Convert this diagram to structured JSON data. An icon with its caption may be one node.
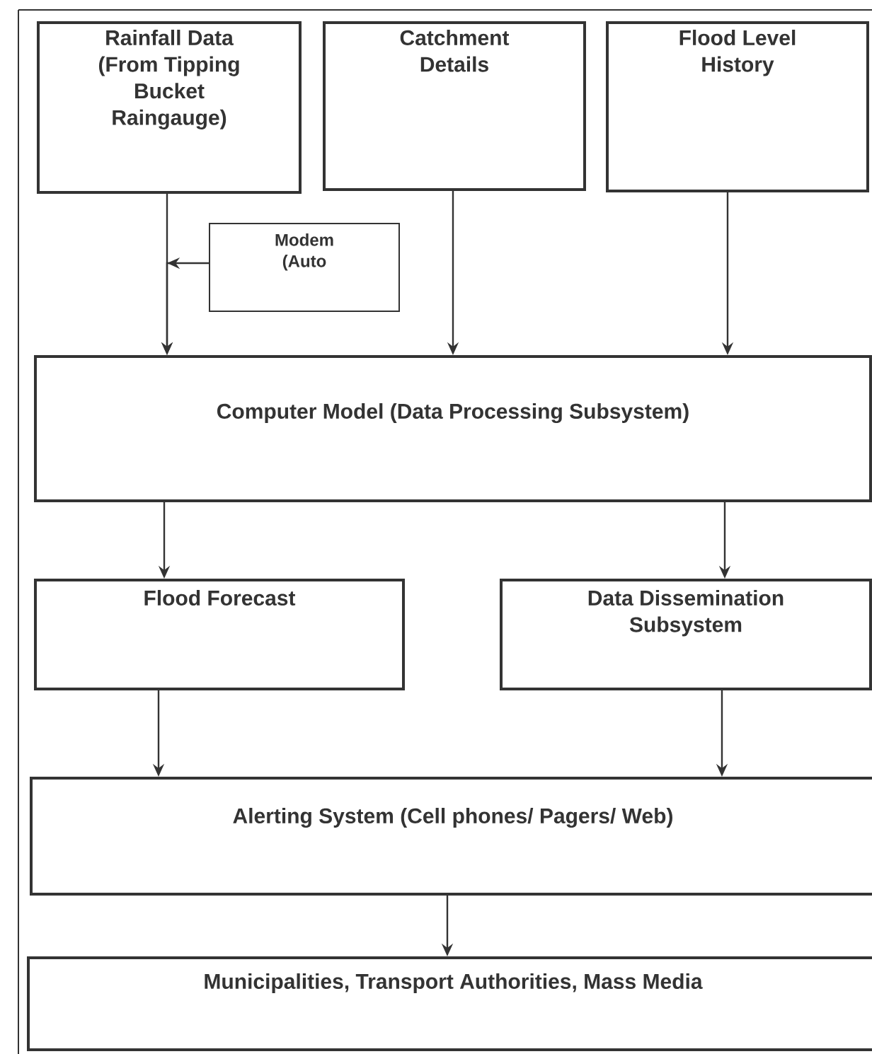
{
  "diagram": {
    "nodes": [
      {
        "text": [
          "Rainfall Data (From Tipping Bucket Raingauge)"
        ]
      },
      {
        "text": [
          "Catchment Details"
        ]
      },
      {
        "text": [
          "Flood Level History"
        ]
      },
      {
        "text": [
          "Modem (Auto"
        ]
      },
      {
        "text": [
          "Computer Model (Data Processing Subsystem)"
        ]
      },
      {
        "text": [
          "Flood Forecast"
        ]
      },
      {
        "text": [
          "Data Dissemination Subsystem"
        ]
      },
      {
        "text": [
          "Alerting System (Cell phones/ Pagers/ Web)"
        ]
      },
      {
        "text": [
          "Municipalities, Transport Authorities, Mass Media"
        ]
      }
    ],
    "edges": [
      {
        "from": 0,
        "to": 4,
        "arrow": "to"
      },
      {
        "from": 3,
        "to": 4,
        "arrow": "to"
      },
      {
        "from": 1,
        "to": 4,
        "arrow": "to"
      },
      {
        "from": 2,
        "to": 4,
        "arrow": "to"
      },
      {
        "from": 4,
        "to": 5,
        "arrow": "to"
      },
      {
        "from": 4,
        "to": 6,
        "arrow": "to"
      },
      {
        "from": 5,
        "to": 7,
        "arrow": "to"
      },
      {
        "from": 6,
        "to": 7,
        "arrow": "to"
      },
      {
        "from": 7,
        "to": 8,
        "arrow": "to"
      }
    ]
  }
}
